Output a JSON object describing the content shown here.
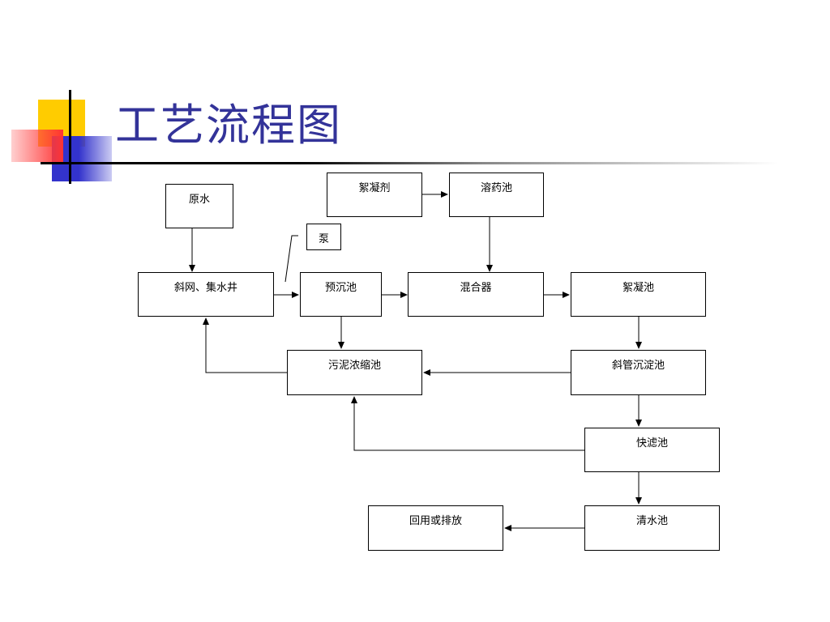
{
  "slide": {
    "title": "工艺流程图"
  },
  "diagram": {
    "nodes": {
      "raw_water": "原水",
      "flocculant": "絮凝剂",
      "dosing_tank": "溶药池",
      "pump": "泵",
      "screen_well": "斜网、集水井",
      "pre_sedimentation": "预沉池",
      "mixer": "混合器",
      "flocculation_tank": "絮凝池",
      "sludge_thickener": "污泥浓缩池",
      "inclined_tube_settler": "斜管沉淀池",
      "rapid_filter": "快滤池",
      "clear_water_tank": "清水池",
      "reuse_or_discharge": "回用或排放"
    }
  },
  "colors": {
    "title": "#333399",
    "accent_yellow": "#ffcc00",
    "accent_blue": "#3333cc",
    "accent_red": "#ff3333"
  }
}
